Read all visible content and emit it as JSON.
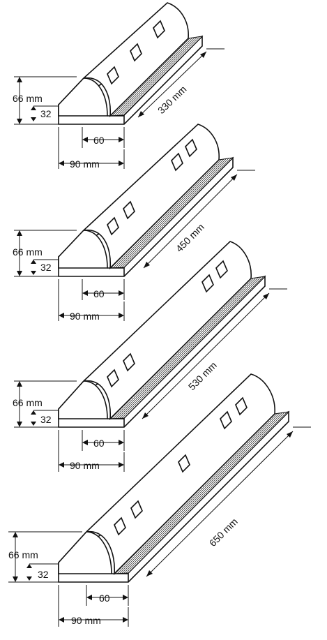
{
  "units": [
    {
      "length_label": "330 mm",
      "height_label": "66 mm",
      "lip_label": "32",
      "inner_label": "60",
      "width_label": "90 mm"
    },
    {
      "length_label": "450 mm",
      "height_label": "66 mm",
      "lip_label": "32",
      "inner_label": "60",
      "width_label": "90 mm"
    },
    {
      "length_label": "530 mm",
      "height_label": "66 mm",
      "lip_label": "32",
      "inner_label": "60",
      "width_label": "90 mm"
    },
    {
      "length_label": "650 mm",
      "height_label": "66 mm",
      "lip_label": "32",
      "inner_label": "60",
      "width_label": "90 mm"
    }
  ]
}
